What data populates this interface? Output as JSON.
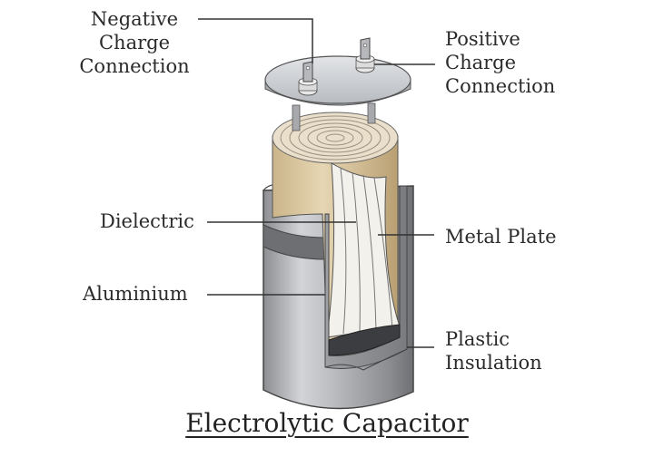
{
  "title": "Electrolytic Capacitor",
  "labels": {
    "negative": [
      "Negative",
      "Charge",
      "Connection"
    ],
    "positive": [
      "Positive",
      "Charge",
      "Connection"
    ],
    "dielectric": "Dielectric",
    "aluminium": "Aluminium",
    "metal_plate": "Metal Plate",
    "plastic": [
      "Plastic",
      "Insulation"
    ]
  },
  "colors": {
    "background": "#ffffff",
    "text": "#2b2b2b",
    "leader_line": "#333333",
    "aluminium_can": "#b9b9bb",
    "paper_roll": "#d9c6a0",
    "metal_plate": "#f2f0ea",
    "lid": "#cfd1d4"
  }
}
